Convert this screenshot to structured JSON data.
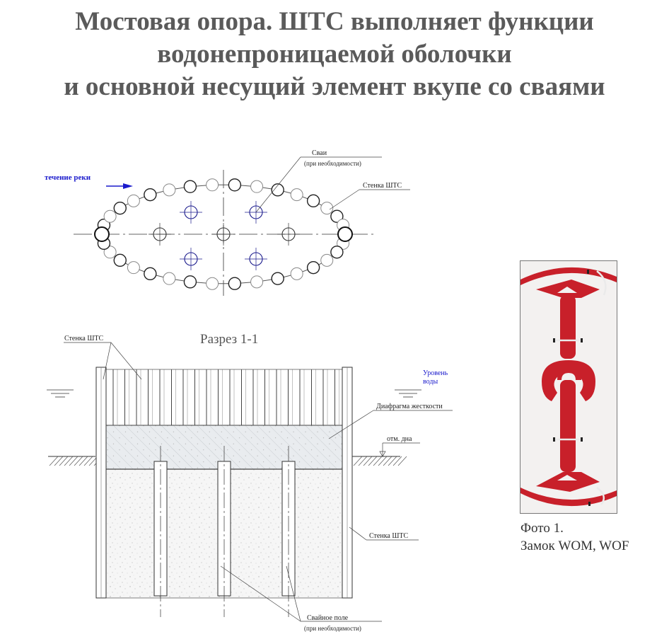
{
  "title": {
    "line1": "Мостовая опора. ШТС выполняет функции",
    "line2": "водонепроницаемой оболочки",
    "line3": "и  основной несущий элемент вкупе со сваями"
  },
  "plan": {
    "flow_label": "течение реки",
    "piles_label": "Сваи",
    "piles_note": "(при необходимости)",
    "wall_label": "Стенка ШТС"
  },
  "section": {
    "title": "Разрез 1-1",
    "wall_label_top": "Стенка ШТС",
    "water_label_1": "Уровень",
    "water_label_2": "воды",
    "diaphragm_label": "Диафрагма жесткости",
    "bottom_label": "отм. дна",
    "wall_label_right": "Стенка ШТС",
    "pile_field_label": "Свайное поле",
    "pile_field_note": "(при необходимости)"
  },
  "photo": {
    "caption_1": "Фото 1.",
    "caption_2": "Замок WOM, WOF"
  },
  "colors": {
    "title": "#5a5a5a",
    "flow": "#1a1acc",
    "pile_cross": "#1a1a8c",
    "lock_red": "#c8202a"
  }
}
